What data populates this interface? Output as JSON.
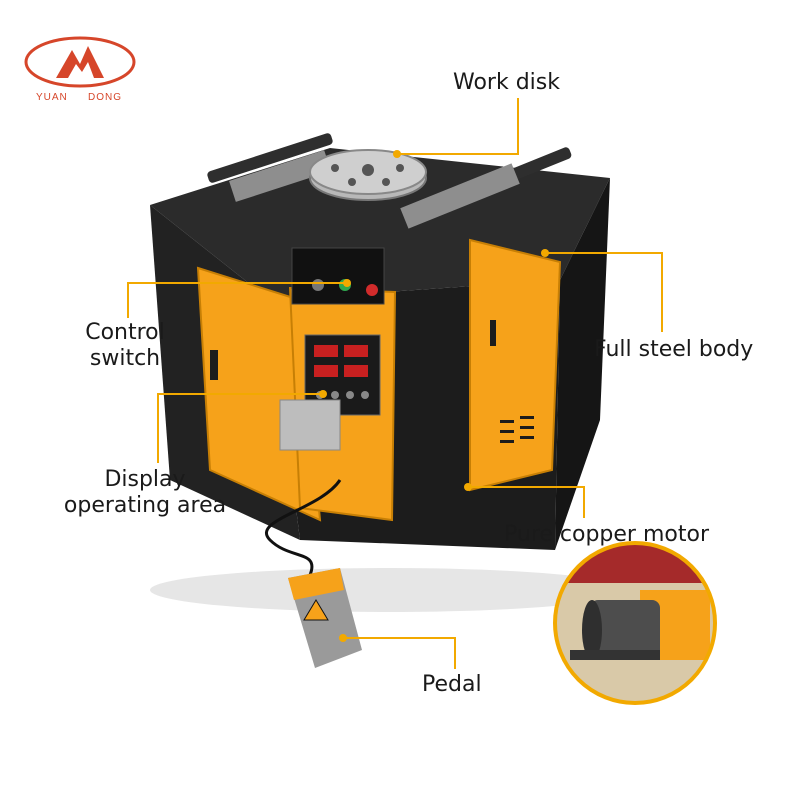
{
  "logo": {
    "word_left": "YUAN",
    "word_right": "DONG",
    "color": "#d6462a"
  },
  "callouts": {
    "work_disk": "Work disk",
    "control_switch_line1": "Control",
    "control_switch_line2": "switch",
    "full_steel_body": "Full steel body",
    "display_line1": "Display",
    "display_line2": "operating area",
    "motor": "Pure copper motor",
    "pedal": "Pedal"
  },
  "colors": {
    "accent": "#f2a900",
    "machine_body": "#1c1c1c",
    "panel": "#f6a21a"
  }
}
